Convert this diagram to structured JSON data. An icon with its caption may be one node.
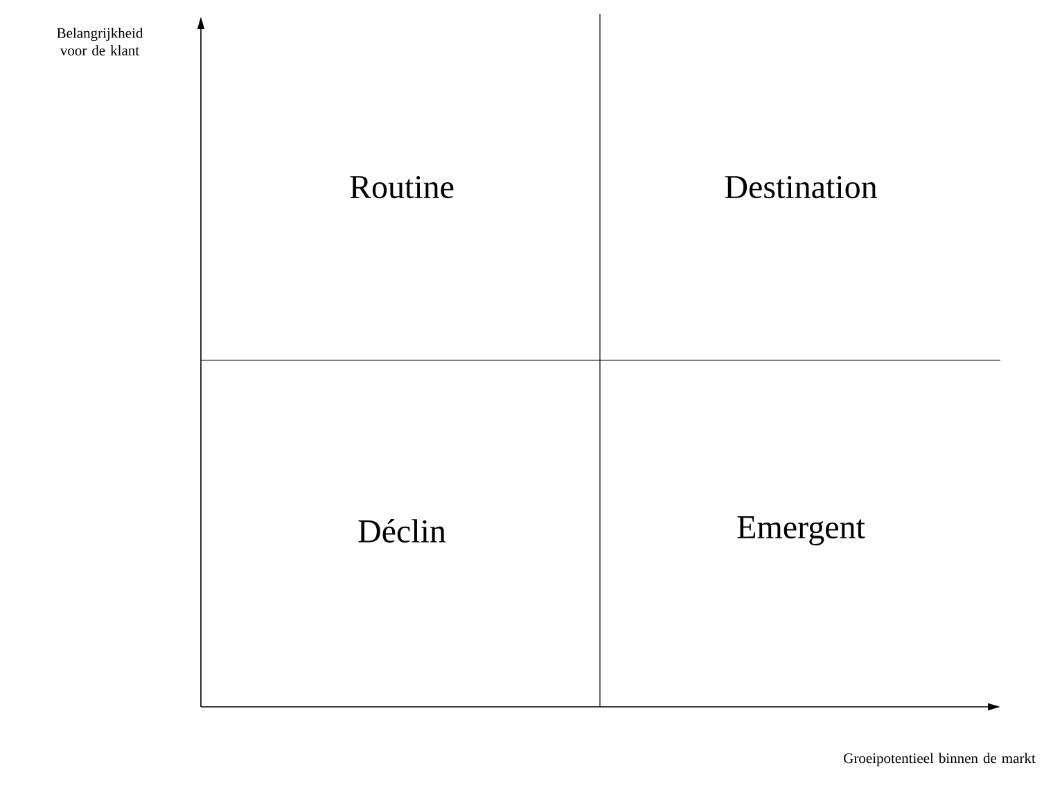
{
  "diagram": {
    "labels": [
      "Belangrijkheid voor de klant",
      "Routine",
      "Destination",
      "Déclin",
      "Emergent",
      "Groeipotentieel binnen de markt"
    ]
  }
}
